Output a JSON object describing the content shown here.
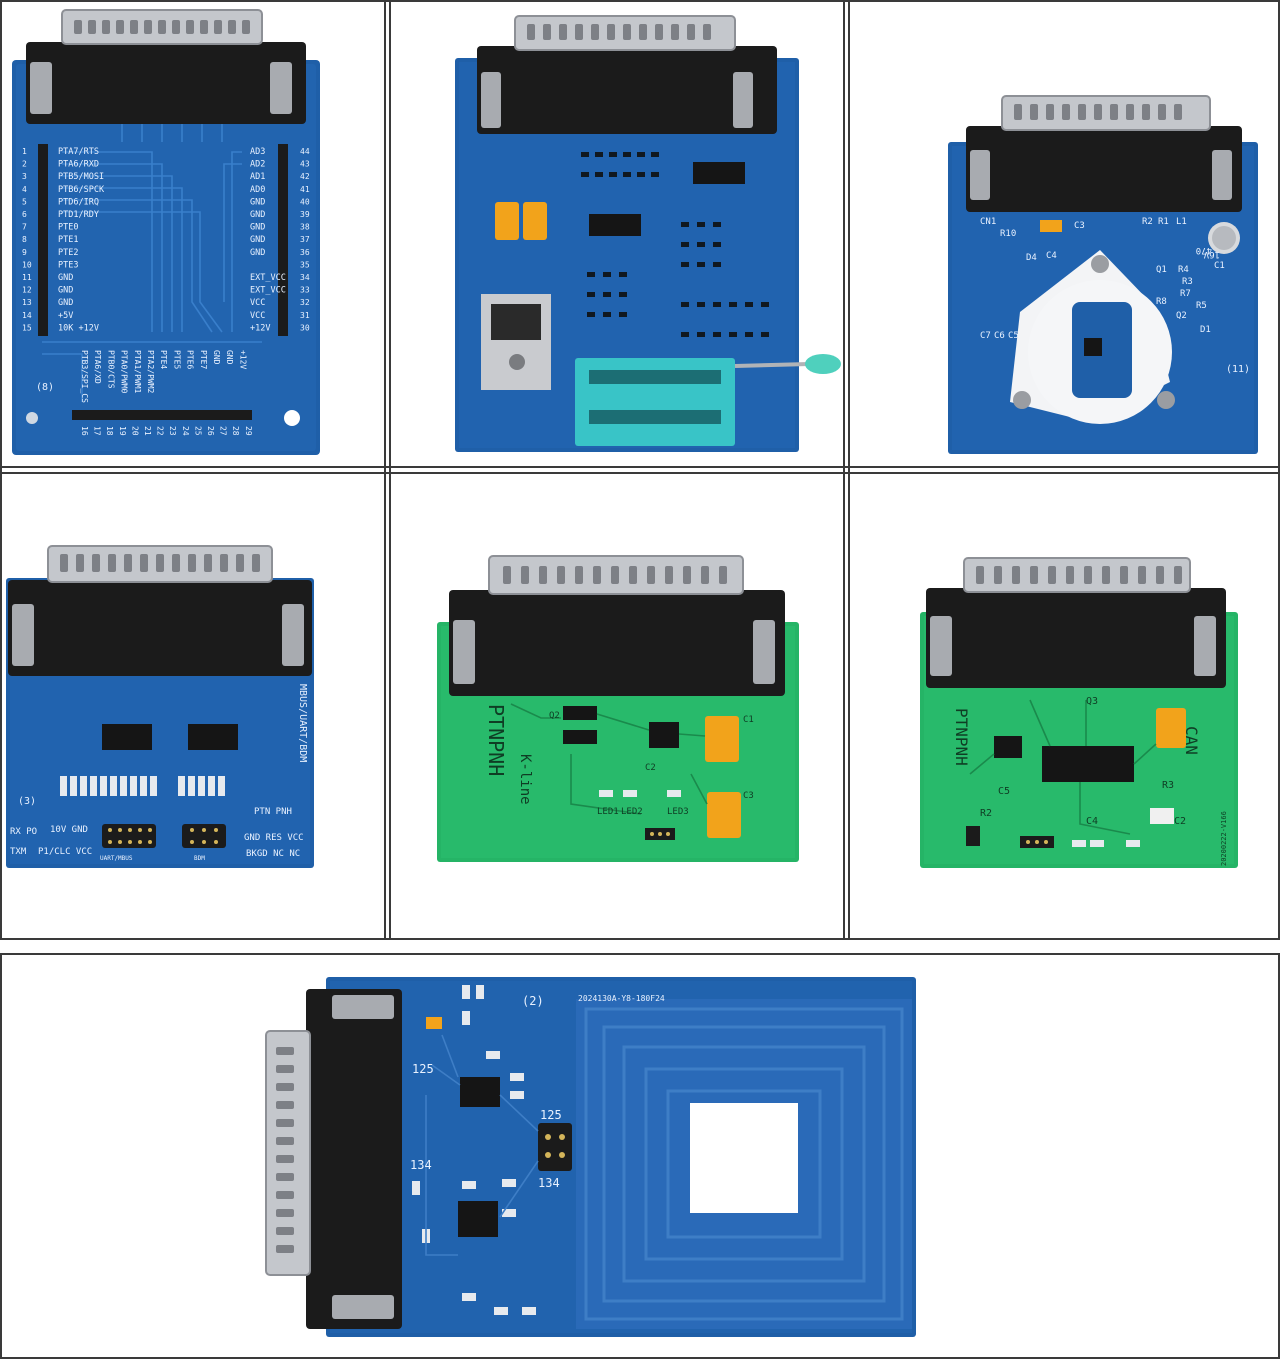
{
  "colors": {
    "pcb_blue": "#1f5fa8",
    "pcb_blue_dark": "#17498a",
    "pcb_green": "#25b466",
    "connector_black": "#1b1b1b",
    "pin_silver": "#b9bcc1",
    "frame": "#3a3a3a"
  },
  "boards": {
    "b1": {
      "left_pins": [
        "PTA7/RTS",
        "PTA6/RXD",
        "PTB5/MOSI",
        "PTB6/SPCK",
        "PTD6/IRQ",
        "PTD1/RDY",
        "PTE0",
        "PTE1",
        "PTE2",
        "PTE3",
        "GND",
        "GND",
        "GND",
        "+5V",
        "10K +12V"
      ],
      "left_nums": [
        "1",
        "2",
        "3",
        "4",
        "5",
        "6",
        "7",
        "8",
        "9",
        "10",
        "11",
        "12",
        "13",
        "14",
        "15"
      ],
      "right_pins": [
        "AD3",
        "AD2",
        "AD1",
        "AD0",
        "GND",
        "GND",
        "GND",
        "GND",
        "GND",
        "",
        "EXT_VCC",
        "EXT_VCC",
        "VCC",
        "VCC",
        "+12V"
      ],
      "right_nums": [
        "44",
        "43",
        "42",
        "41",
        "40",
        "39",
        "38",
        "37",
        "36",
        "35",
        "34",
        "33",
        "32",
        "31",
        "30"
      ],
      "bottom_pins": [
        "PTB3/SPI_CS",
        "PTA6/XD",
        "PTB0/CTS",
        "PTA0/PWM0",
        "PTA1/PWM1",
        "PTA2/PWM2",
        "PTE4",
        "PTE5",
        "PTE6",
        "PTE7",
        "GND",
        "GND",
        "+12V"
      ],
      "bottom_nums": [
        "16",
        "17",
        "18",
        "19",
        "20",
        "21",
        "22",
        "23",
        "24",
        "25",
        "26",
        "27",
        "28",
        "29"
      ],
      "badge": "(8)"
    },
    "b3": {
      "labels": [
        "CN1",
        "R10",
        "C3",
        "C4",
        "R2",
        "R1",
        "L1",
        "470",
        "16V",
        "C1",
        "R4",
        "Q1",
        "R3",
        "R8",
        "R7",
        "R5",
        "D1",
        "Q2",
        "C7",
        "C6",
        "C5",
        "D4"
      ],
      "badge": "(11)"
    },
    "b4": {
      "side_text": "MBUS/UART/BDM",
      "badge": "(3)",
      "labels": [
        "PTN PNH",
        "RX PO",
        "10V GND",
        "TXM",
        "P1/CLC VCC",
        "GND RES VCC",
        "BKGD NC  NC",
        "UART/MBUS",
        "BDM"
      ]
    },
    "b5": {
      "brand": "PTNPNH",
      "mode": "K-line",
      "labels": [
        "LED1",
        "LED2",
        "LED3",
        "Q2",
        "C1",
        "C2",
        "C3"
      ]
    },
    "b6": {
      "brand": "PTNPNH",
      "mode": "CAN",
      "labels": [
        "R2",
        "R3",
        "C5",
        "C2",
        "C4",
        "Q3",
        "20200222-V166"
      ]
    },
    "b7": {
      "labels": [
        "125",
        "134",
        "125",
        "134",
        "2024130A-Y8-180F24"
      ],
      "badge": "(2)"
    }
  }
}
